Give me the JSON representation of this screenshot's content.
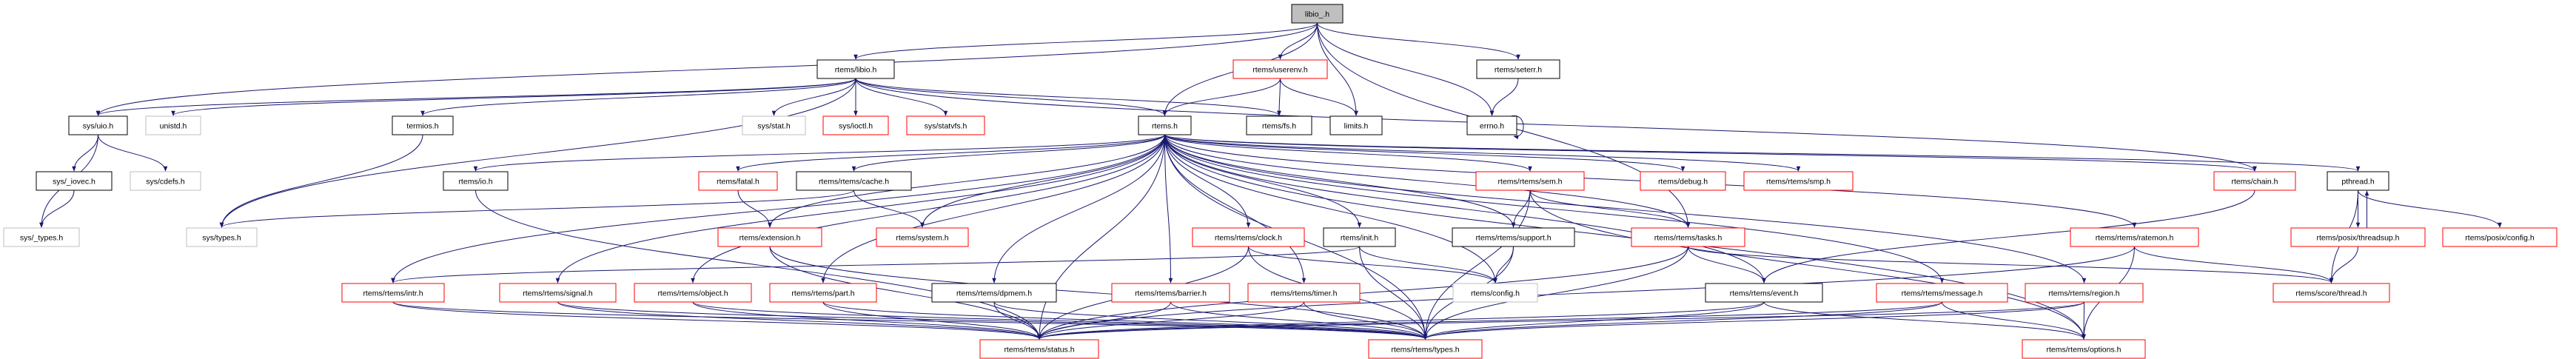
{
  "colors": {
    "edge": "#191970",
    "documented_border": "#000000",
    "truncated_border": "#ff0000",
    "undocumented_border": "#bfbfbf",
    "root_fill": "#bfbfbf"
  },
  "nodes": [
    {
      "id": "libio_.h",
      "label": "libio_.h",
      "style": "root"
    },
    {
      "id": "sys/uio.h",
      "label": "sys/uio.h",
      "style": "documented"
    },
    {
      "id": "unistd.h",
      "label": "unistd.h",
      "style": "undocumented"
    },
    {
      "id": "termios.h",
      "label": "termios.h",
      "style": "documented"
    },
    {
      "id": "sys/stat.h",
      "label": "sys/stat.h",
      "style": "undocumented"
    },
    {
      "id": "sys/ioctl.h",
      "label": "sys/ioctl.h",
      "style": "truncated"
    },
    {
      "id": "sys/statvfs.h",
      "label": "sys/statvfs.h",
      "style": "truncated"
    },
    {
      "id": "rtems/libio.h",
      "label": "rtems/libio.h",
      "style": "documented"
    },
    {
      "id": "rtems/userenv.h",
      "label": "rtems/userenv.h",
      "style": "truncated"
    },
    {
      "id": "rtems/seterr.h",
      "label": "rtems/seterr.h",
      "style": "documented"
    },
    {
      "id": "rtems.h",
      "label": "rtems.h",
      "style": "documented"
    },
    {
      "id": "rtems/fs.h",
      "label": "rtems/fs.h",
      "style": "documented"
    },
    {
      "id": "limits.h",
      "label": "limits.h",
      "style": "documented"
    },
    {
      "id": "errno.h",
      "label": "errno.h",
      "style": "documented"
    },
    {
      "id": "sys/_iovec.h",
      "label": "sys/_iovec.h",
      "style": "documented"
    },
    {
      "id": "sys/cdefs.h",
      "label": "sys/cdefs.h",
      "style": "undocumented"
    },
    {
      "id": "rtems/io.h",
      "label": "rtems/io.h",
      "style": "documented"
    },
    {
      "id": "rtems/fatal.h",
      "label": "rtems/fatal.h",
      "style": "truncated"
    },
    {
      "id": "rtems/rtems/cache.h",
      "label": "rtems/rtems/cache.h",
      "style": "documented"
    },
    {
      "id": "rtems/rtems/sem.h",
      "label": "rtems/rtems/sem.h",
      "style": "truncated"
    },
    {
      "id": "rtems/debug.h",
      "label": "rtems/debug.h",
      "style": "truncated"
    },
    {
      "id": "rtems/rtems/smp.h",
      "label": "rtems/rtems/smp.h",
      "style": "truncated"
    },
    {
      "id": "rtems/chain.h",
      "label": "rtems/chain.h",
      "style": "truncated"
    },
    {
      "id": "pthread.h",
      "label": "pthread.h",
      "style": "documented"
    },
    {
      "id": "sys/_types.h",
      "label": "sys/_types.h",
      "style": "undocumented"
    },
    {
      "id": "sys/types.h",
      "label": "sys/types.h",
      "style": "undocumented"
    },
    {
      "id": "rtems/extension.h",
      "label": "rtems/extension.h",
      "style": "truncated"
    },
    {
      "id": "rtems/system.h",
      "label": "rtems/system.h",
      "style": "truncated"
    },
    {
      "id": "rtems/rtems/clock.h",
      "label": "rtems/rtems/clock.h",
      "style": "truncated"
    },
    {
      "id": "rtems/init.h",
      "label": "rtems/init.h",
      "style": "documented"
    },
    {
      "id": "rtems/rtems/support.h",
      "label": "rtems/rtems/support.h",
      "style": "documented"
    },
    {
      "id": "rtems/rtems/tasks.h",
      "label": "rtems/rtems/tasks.h",
      "style": "truncated"
    },
    {
      "id": "rtems/rtems/ratemon.h",
      "label": "rtems/rtems/ratemon.h",
      "style": "truncated"
    },
    {
      "id": "rtems/posix/threadsup.h",
      "label": "rtems/posix/threadsup.h",
      "style": "truncated"
    },
    {
      "id": "rtems/posix/config.h",
      "label": "rtems/posix/config.h",
      "style": "truncated"
    },
    {
      "id": "rtems/rtems/intr.h",
      "label": "rtems/rtems/intr.h",
      "style": "truncated"
    },
    {
      "id": "rtems/rtems/signal.h",
      "label": "rtems/rtems/signal.h",
      "style": "truncated"
    },
    {
      "id": "rtems/rtems/object.h",
      "label": "rtems/rtems/object.h",
      "style": "truncated"
    },
    {
      "id": "rtems/rtems/part.h",
      "label": "rtems/rtems/part.h",
      "style": "truncated"
    },
    {
      "id": "rtems/rtems/dpmem.h",
      "label": "rtems/rtems/dpmem.h",
      "style": "documented"
    },
    {
      "id": "rtems/rtems/barrier.h",
      "label": "rtems/rtems/barrier.h",
      "style": "truncated"
    },
    {
      "id": "rtems/rtems/timer.h",
      "label": "rtems/rtems/timer.h",
      "style": "truncated"
    },
    {
      "id": "rtems/config.h",
      "label": "rtems/config.h",
      "style": "undocumented"
    },
    {
      "id": "rtems/rtems/event.h",
      "label": "rtems/rtems/event.h",
      "style": "documented"
    },
    {
      "id": "rtems/rtems/message.h",
      "label": "rtems/rtems/message.h",
      "style": "truncated"
    },
    {
      "id": "rtems/rtems/region.h",
      "label": "rtems/rtems/region.h",
      "style": "truncated"
    },
    {
      "id": "rtems/score/thread.h",
      "label": "rtems/score/thread.h",
      "style": "truncated"
    },
    {
      "id": "rtems/rtems/status.h",
      "label": "rtems/rtems/status.h",
      "style": "truncated"
    },
    {
      "id": "rtems/rtems/types.h",
      "label": "rtems/rtems/types.h",
      "style": "truncated"
    },
    {
      "id": "rtems/rtems/options.h",
      "label": "rtems/rtems/options.h",
      "style": "truncated"
    }
  ],
  "edges": [
    [
      "libio_.h",
      "sys/uio.h"
    ],
    [
      "libio_.h",
      "rtems/libio.h"
    ],
    [
      "libio_.h",
      "rtems.h"
    ],
    [
      "libio_.h",
      "rtems/userenv.h"
    ],
    [
      "libio_.h",
      "limits.h"
    ],
    [
      "libio_.h",
      "rtems/seterr.h"
    ],
    [
      "libio_.h",
      "errno.h"
    ],
    [
      "libio_.h",
      "rtems/rtems/tasks.h"
    ],
    [
      "rtems/libio.h",
      "sys/uio.h"
    ],
    [
      "rtems/libio.h",
      "unistd.h"
    ],
    [
      "rtems/libio.h",
      "termios.h"
    ],
    [
      "rtems/libio.h",
      "sys/stat.h"
    ],
    [
      "rtems/libio.h",
      "sys/ioctl.h"
    ],
    [
      "rtems/libio.h",
      "sys/statvfs.h"
    ],
    [
      "rtems/libio.h",
      "rtems.h"
    ],
    [
      "rtems/libio.h",
      "rtems/fs.h"
    ],
    [
      "rtems/libio.h",
      "sys/types.h"
    ],
    [
      "rtems/libio.h",
      "rtems/chain.h"
    ],
    [
      "rtems/userenv.h",
      "rtems.h"
    ],
    [
      "rtems/userenv.h",
      "rtems/fs.h"
    ],
    [
      "rtems/userenv.h",
      "limits.h"
    ],
    [
      "rtems/seterr.h",
      "errno.h"
    ],
    [
      "errno.h",
      "errno.h"
    ],
    [
      "sys/uio.h",
      "sys/_iovec.h"
    ],
    [
      "sys/uio.h",
      "sys/cdefs.h"
    ],
    [
      "sys/uio.h",
      "sys/_types.h"
    ],
    [
      "sys/_iovec.h",
      "sys/_types.h"
    ],
    [
      "termios.h",
      "sys/types.h"
    ],
    [
      "rtems.h",
      "rtems/io.h"
    ],
    [
      "rtems.h",
      "rtems/fatal.h"
    ],
    [
      "rtems.h",
      "rtems/rtems/cache.h"
    ],
    [
      "rtems.h",
      "rtems/extension.h"
    ],
    [
      "rtems.h",
      "rtems/system.h"
    ],
    [
      "rtems.h",
      "rtems/rtems/intr.h"
    ],
    [
      "rtems.h",
      "rtems/rtems/signal.h"
    ],
    [
      "rtems.h",
      "rtems/rtems/object.h"
    ],
    [
      "rtems.h",
      "rtems/rtems/part.h"
    ],
    [
      "rtems.h",
      "rtems/rtems/dpmem.h"
    ],
    [
      "rtems.h",
      "rtems/rtems/barrier.h"
    ],
    [
      "rtems.h",
      "rtems/rtems/timer.h"
    ],
    [
      "rtems.h",
      "rtems/rtems/clock.h"
    ],
    [
      "rtems.h",
      "rtems/init.h"
    ],
    [
      "rtems.h",
      "rtems/config.h"
    ],
    [
      "rtems.h",
      "rtems/rtems/support.h"
    ],
    [
      "rtems.h",
      "rtems/rtems/sem.h"
    ],
    [
      "rtems.h",
      "rtems/debug.h"
    ],
    [
      "rtems.h",
      "rtems/rtems/smp.h"
    ],
    [
      "rtems.h",
      "rtems/rtems/tasks.h"
    ],
    [
      "rtems.h",
      "rtems/rtems/event.h"
    ],
    [
      "rtems.h",
      "rtems/rtems/message.h"
    ],
    [
      "rtems.h",
      "rtems/rtems/region.h"
    ],
    [
      "rtems.h",
      "rtems/rtems/ratemon.h"
    ],
    [
      "rtems.h",
      "rtems/chain.h"
    ],
    [
      "rtems.h",
      "pthread.h"
    ],
    [
      "rtems.h",
      "rtems/rtems/options.h"
    ],
    [
      "rtems.h",
      "rtems/rtems/status.h"
    ],
    [
      "rtems.h",
      "rtems/rtems/types.h"
    ],
    [
      "rtems/io.h",
      "rtems/rtems/status.h"
    ],
    [
      "rtems/fatal.h",
      "rtems/extension.h"
    ],
    [
      "rtems/rtems/cache.h",
      "sys/types.h"
    ],
    [
      "rtems/rtems/cache.h",
      "rtems/system.h"
    ],
    [
      "rtems/extension.h",
      "rtems/rtems/status.h"
    ],
    [
      "rtems/extension.h",
      "rtems/rtems/types.h"
    ],
    [
      "rtems/rtems/intr.h",
      "rtems/rtems/status.h"
    ],
    [
      "rtems/rtems/intr.h",
      "rtems/rtems/types.h"
    ],
    [
      "rtems/rtems/signal.h",
      "rtems/rtems/status.h"
    ],
    [
      "rtems/rtems/signal.h",
      "rtems/rtems/types.h"
    ],
    [
      "rtems/rtems/object.h",
      "rtems/rtems/status.h"
    ],
    [
      "rtems/rtems/object.h",
      "rtems/rtems/types.h"
    ],
    [
      "rtems/rtems/part.h",
      "rtems/rtems/status.h"
    ],
    [
      "rtems/rtems/part.h",
      "rtems/rtems/types.h"
    ],
    [
      "rtems/rtems/dpmem.h",
      "rtems/rtems/status.h"
    ],
    [
      "rtems/rtems/dpmem.h",
      "rtems/rtems/types.h"
    ],
    [
      "rtems/rtems/barrier.h",
      "rtems/rtems/status.h"
    ],
    [
      "rtems/rtems/barrier.h",
      "rtems/rtems/types.h"
    ],
    [
      "rtems/rtems/timer.h",
      "rtems/rtems/status.h"
    ],
    [
      "rtems/rtems/timer.h",
      "rtems/rtems/types.h"
    ],
    [
      "rtems/rtems/clock.h",
      "rtems/rtems/status.h"
    ],
    [
      "rtems/rtems/clock.h",
      "rtems/rtems/types.h"
    ],
    [
      "rtems/rtems/clock.h",
      "rtems/config.h"
    ],
    [
      "rtems/init.h",
      "rtems/config.h"
    ],
    [
      "rtems/init.h",
      "rtems/rtems/types.h"
    ],
    [
      "rtems/init.h",
      "rtems/rtems/intr.h"
    ],
    [
      "rtems/rtems/support.h",
      "rtems/config.h"
    ],
    [
      "rtems/rtems/support.h",
      "rtems/rtems/types.h"
    ],
    [
      "rtems/rtems/sem.h",
      "rtems/rtems/support.h"
    ],
    [
      "rtems/rtems/sem.h",
      "rtems/rtems/tasks.h"
    ],
    [
      "rtems/rtems/sem.h",
      "rtems/rtems/types.h"
    ],
    [
      "rtems/rtems/sem.h",
      "rtems/rtems/options.h"
    ],
    [
      "rtems/rtems/tasks.h",
      "rtems/rtems/event.h"
    ],
    [
      "rtems/rtems/tasks.h",
      "rtems/rtems/types.h"
    ],
    [
      "rtems/rtems/tasks.h",
      "rtems/rtems/status.h"
    ],
    [
      "rtems/rtems/tasks.h",
      "rtems/score/thread.h"
    ],
    [
      "rtems/rtems/event.h",
      "rtems/rtems/status.h"
    ],
    [
      "rtems/rtems/event.h",
      "rtems/rtems/types.h"
    ],
    [
      "rtems/rtems/event.h",
      "rtems/rtems/options.h"
    ],
    [
      "rtems/rtems/message.h",
      "rtems/rtems/status.h"
    ],
    [
      "rtems/rtems/message.h",
      "rtems/rtems/types.h"
    ],
    [
      "rtems/rtems/message.h",
      "rtems/rtems/options.h"
    ],
    [
      "rtems/rtems/region.h",
      "rtems/rtems/status.h"
    ],
    [
      "rtems/rtems/region.h",
      "rtems/rtems/types.h"
    ],
    [
      "rtems/rtems/region.h",
      "rtems/rtems/options.h"
    ],
    [
      "rtems/rtems/ratemon.h",
      "rtems/score/thread.h"
    ],
    [
      "rtems/rtems/ratemon.h",
      "rtems/rtems/status.h"
    ],
    [
      "rtems/rtems/ratemon.h",
      "rtems/rtems/options.h"
    ],
    [
      "rtems/chain.h",
      "rtems/rtems/event.h"
    ],
    [
      "pthread.h",
      "rtems/posix/threadsup.h"
    ],
    [
      "pthread.h",
      "rtems/posix/config.h"
    ],
    [
      "pthread.h",
      "rtems/score/thread.h"
    ],
    [
      "rtems/posix/threadsup.h",
      "pthread.h"
    ],
    [
      "rtems/posix/threadsup.h",
      "rtems/score/thread.h"
    ]
  ]
}
